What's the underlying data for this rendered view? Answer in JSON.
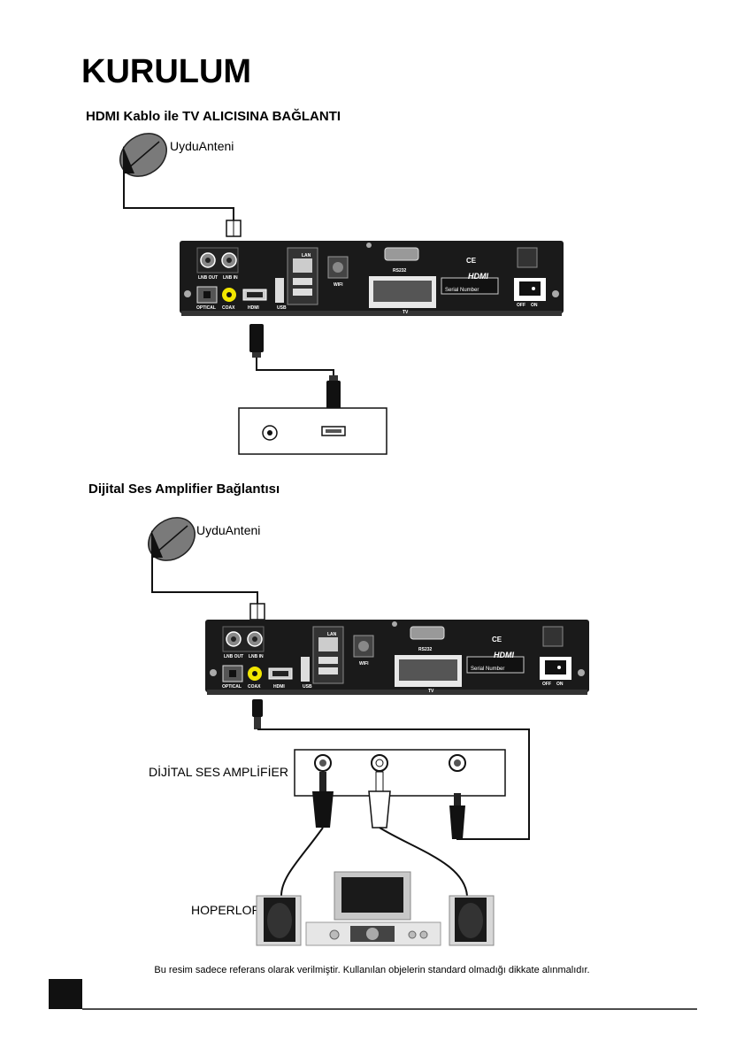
{
  "page": {
    "title": "KURULUM",
    "footer_note": "Bu resim sadece referans olarak verilmiştir. Kullanılan objelerin standard olmadığı dikkate alınmalıdır."
  },
  "section1": {
    "title": "HDMI Kablo ile TV ALICISINA BAĞLANTI",
    "antenna_label": "UyduAnteni"
  },
  "section2": {
    "title": "Dijital Ses Amplifier Bağlantısı",
    "antenna_label": "UyduAnteni",
    "amplifier_label": "DİJİTAL SES AMPLİFİER",
    "speakers_label": "HOPERLOR"
  },
  "receiver": {
    "lnb_out": "LNB OUT",
    "lnb_in": "LNB IN",
    "optical": "OPTICAL",
    "coax": "COAX",
    "hdmi": "HDMI",
    "lan": "LAN",
    "usb": "USB",
    "wifi": "WIFI",
    "rs232": "RS232",
    "tv": "TV",
    "serial_number": "Serial Number",
    "off": "OFF",
    "on": "ON",
    "hdmi_logo": "HDMI",
    "ce_mark": "CE"
  },
  "colors": {
    "device_body": "#1a1a1a",
    "coax_yellow": "#f2e600",
    "page_bg": "#ffffff"
  },
  "icons": [
    "satellite-dish-icon",
    "hdmi-plug-icon",
    "rca-plug-icon",
    "speaker-icon",
    "amplifier-icon"
  ]
}
